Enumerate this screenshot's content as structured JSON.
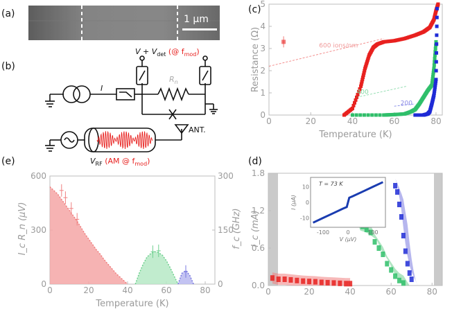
{
  "panels": {
    "a": {
      "letter": "(a)",
      "scalebar": "1 μm"
    },
    "b": {
      "letter": "(b)",
      "top_label": {
        "main": "V + V",
        "sub": "det",
        "paren_open": "(@ f",
        "paren_sub": "mod",
        "paren_close": ")"
      },
      "resistor": {
        "main": "R",
        "sub": "n"
      },
      "current": "I",
      "antenna": "ANT.",
      "rf_label": {
        "main": "V",
        "sub": "RF",
        "paren_open": "(AM @ f",
        "paren_sub": "mod",
        "paren_close": ")"
      }
    },
    "c": {
      "letter": "(c)"
    },
    "d": {
      "letter": "(d)",
      "inset_temp": "T = 73 K"
    },
    "e": {
      "letter": "(e)"
    }
  },
  "colors": {
    "red": "#e8211f",
    "green": "#2fbf6a",
    "blue": "#1f2bd6",
    "gray": "#b4b4b4",
    "pink": "#f4a6a6",
    "light_green": "#b6e9c5",
    "light_blue": "#b8b8f0"
  },
  "chart_data": [
    {
      "panel": "c",
      "type": "scatter",
      "xlabel": "Temperature (K)",
      "ylabel": "Resistance (Ω)",
      "xlim": [
        0,
        83
      ],
      "ylim": [
        0,
        5
      ],
      "xticks": [
        "0",
        "20",
        "40",
        "60",
        "80"
      ],
      "yticks": [
        "0",
        "1",
        "2",
        "3",
        "4",
        "5"
      ],
      "annotations": [
        "600 ions/nm",
        "400",
        "200"
      ],
      "series": [
        {
          "name": "600 ions/nm",
          "color": "red",
          "x": [
            36,
            40,
            44,
            46,
            48,
            50,
            52,
            55,
            60,
            65,
            70,
            74,
            77,
            79,
            80,
            81
          ],
          "y": [
            0,
            0.3,
            1.3,
            2.1,
            2.7,
            3.05,
            3.2,
            3.3,
            3.35,
            3.45,
            3.6,
            3.75,
            3.95,
            4.3,
            4.7,
            5.0
          ],
          "fit_x": [
            0,
            55
          ],
          "fit_y": [
            2.2,
            3.45
          ],
          "point": {
            "x": 7,
            "y": 3.3
          }
        },
        {
          "name": "400",
          "color": "green",
          "x": [
            40,
            55,
            60,
            65,
            68,
            70,
            72,
            74,
            76,
            78,
            79,
            80
          ],
          "y": [
            0,
            0,
            0.02,
            0.05,
            0.15,
            0.25,
            0.5,
            0.8,
            1.1,
            1.35,
            2.1,
            3.3
          ],
          "fit_x": [
            42,
            66
          ],
          "fit_y": [
            0.8,
            1.3
          ]
        },
        {
          "name": "200",
          "color": "blue",
          "x": [
            70,
            72,
            74,
            76,
            77,
            78,
            79,
            80,
            80.5
          ],
          "y": [
            0,
            0,
            0,
            0.05,
            0.15,
            0.5,
            0.9,
            1.6,
            4.8
          ],
          "fit_x": [
            60,
            70
          ],
          "fit_y": [
            0.4,
            0.5
          ]
        }
      ]
    },
    {
      "panel": "e",
      "type": "area",
      "xlabel": "Temperature (K)",
      "ylabel_left": "I_c R_n (μV)",
      "ylabel_right": "f_c (GHz)",
      "xlim": [
        0,
        85
      ],
      "ylim_left": [
        0,
        600
      ],
      "ylim_right": [
        0,
        300
      ],
      "xticks": [
        "0",
        "20",
        "40",
        "60",
        "80"
      ],
      "yticks_left": [
        "0",
        "300",
        "600"
      ],
      "yticks_right": [
        "0",
        "150",
        "300"
      ],
      "series": [
        {
          "name": "red",
          "x": [
            0,
            4,
            6,
            8,
            10,
            12,
            14,
            16,
            18,
            20,
            22,
            24,
            26,
            28,
            30,
            32,
            34,
            36,
            38,
            40
          ],
          "y": [
            540,
            500,
            470,
            440,
            410,
            380,
            350,
            315,
            280,
            250,
            220,
            190,
            165,
            135,
            110,
            85,
            60,
            40,
            20,
            0
          ]
        },
        {
          "name": "green",
          "x": [
            44,
            46,
            48,
            50,
            52,
            54,
            56,
            58,
            60,
            62,
            64,
            66
          ],
          "y": [
            0,
            60,
            110,
            150,
            170,
            180,
            175,
            160,
            130,
            90,
            45,
            0
          ]
        },
        {
          "name": "blue",
          "x": [
            66,
            68,
            70,
            72,
            73,
            74
          ],
          "y": [
            0,
            60,
            75,
            50,
            25,
            0
          ]
        }
      ],
      "points": [
        {
          "x": 6,
          "y": 520
        },
        {
          "x": 8,
          "y": 480
        },
        {
          "x": 11,
          "y": 420
        },
        {
          "x": 14,
          "y": 360
        },
        {
          "x": 53,
          "y": 180
        },
        {
          "x": 56,
          "y": 185
        },
        {
          "x": 70,
          "y": 70
        }
      ]
    },
    {
      "panel": "d",
      "type": "scatter",
      "xlabel": "",
      "ylabel": "I_c (mA)",
      "xlim": [
        0,
        85
      ],
      "ylim": [
        0,
        1.8
      ],
      "xticks": [
        "0",
        "20",
        "40",
        "60",
        "80"
      ],
      "yticks": [
        "0.0",
        "0.6",
        "1.2",
        "1.8"
      ],
      "series": [
        {
          "name": "red",
          "x": [
            2,
            5,
            8,
            11,
            14,
            17,
            20,
            23,
            26,
            29,
            32,
            35,
            38,
            40
          ],
          "y": [
            0.12,
            0.1,
            0.1,
            0.09,
            0.08,
            0.07,
            0.065,
            0.06,
            0.05,
            0.045,
            0.04,
            0.035,
            0.03,
            0.03
          ]
        },
        {
          "name": "green",
          "x": [
            42,
            44,
            46,
            48,
            50,
            52,
            54,
            56,
            58,
            60,
            62,
            64,
            66
          ],
          "y": [
            1.0,
            0.98,
            0.95,
            0.9,
            0.85,
            0.7,
            0.6,
            0.5,
            0.35,
            0.25,
            0.15,
            0.08,
            0.04
          ]
        },
        {
          "name": "blue",
          "x": [
            62,
            63,
            64,
            65,
            66,
            67,
            68,
            69,
            70
          ],
          "y": [
            1.6,
            1.5,
            1.3,
            1.1,
            0.8,
            0.55,
            0.35,
            0.2,
            0.1
          ]
        }
      ],
      "inset": {
        "xlabel": "V (μV)",
        "ylabel": "I (μA)",
        "xticks": [
          "-100",
          "0",
          "100"
        ],
        "yticks": [
          "-10",
          "0",
          "10"
        ],
        "x": [
          -140,
          -100,
          -60,
          -20,
          -5,
          0,
          5,
          20,
          60,
          100,
          140
        ],
        "y": [
          -13,
          -10,
          -7,
          -4,
          -3,
          0,
          3,
          4,
          7,
          10,
          13
        ]
      }
    }
  ]
}
